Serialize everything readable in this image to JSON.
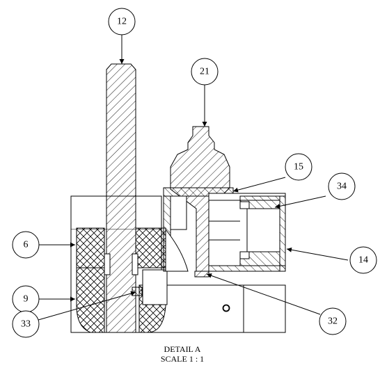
{
  "detail": {
    "title": "DETAIL A",
    "scale": "SCALE 1 : 1"
  },
  "balloons": [
    {
      "id": "b12",
      "label": "12"
    },
    {
      "id": "b21",
      "label": "21"
    },
    {
      "id": "b15",
      "label": "15"
    },
    {
      "id": "b34",
      "label": "34"
    },
    {
      "id": "b6",
      "label": "6"
    },
    {
      "id": "b14",
      "label": "14"
    },
    {
      "id": "b9",
      "label": "9"
    },
    {
      "id": "b32",
      "label": "32"
    },
    {
      "id": "b33",
      "label": "33"
    }
  ]
}
